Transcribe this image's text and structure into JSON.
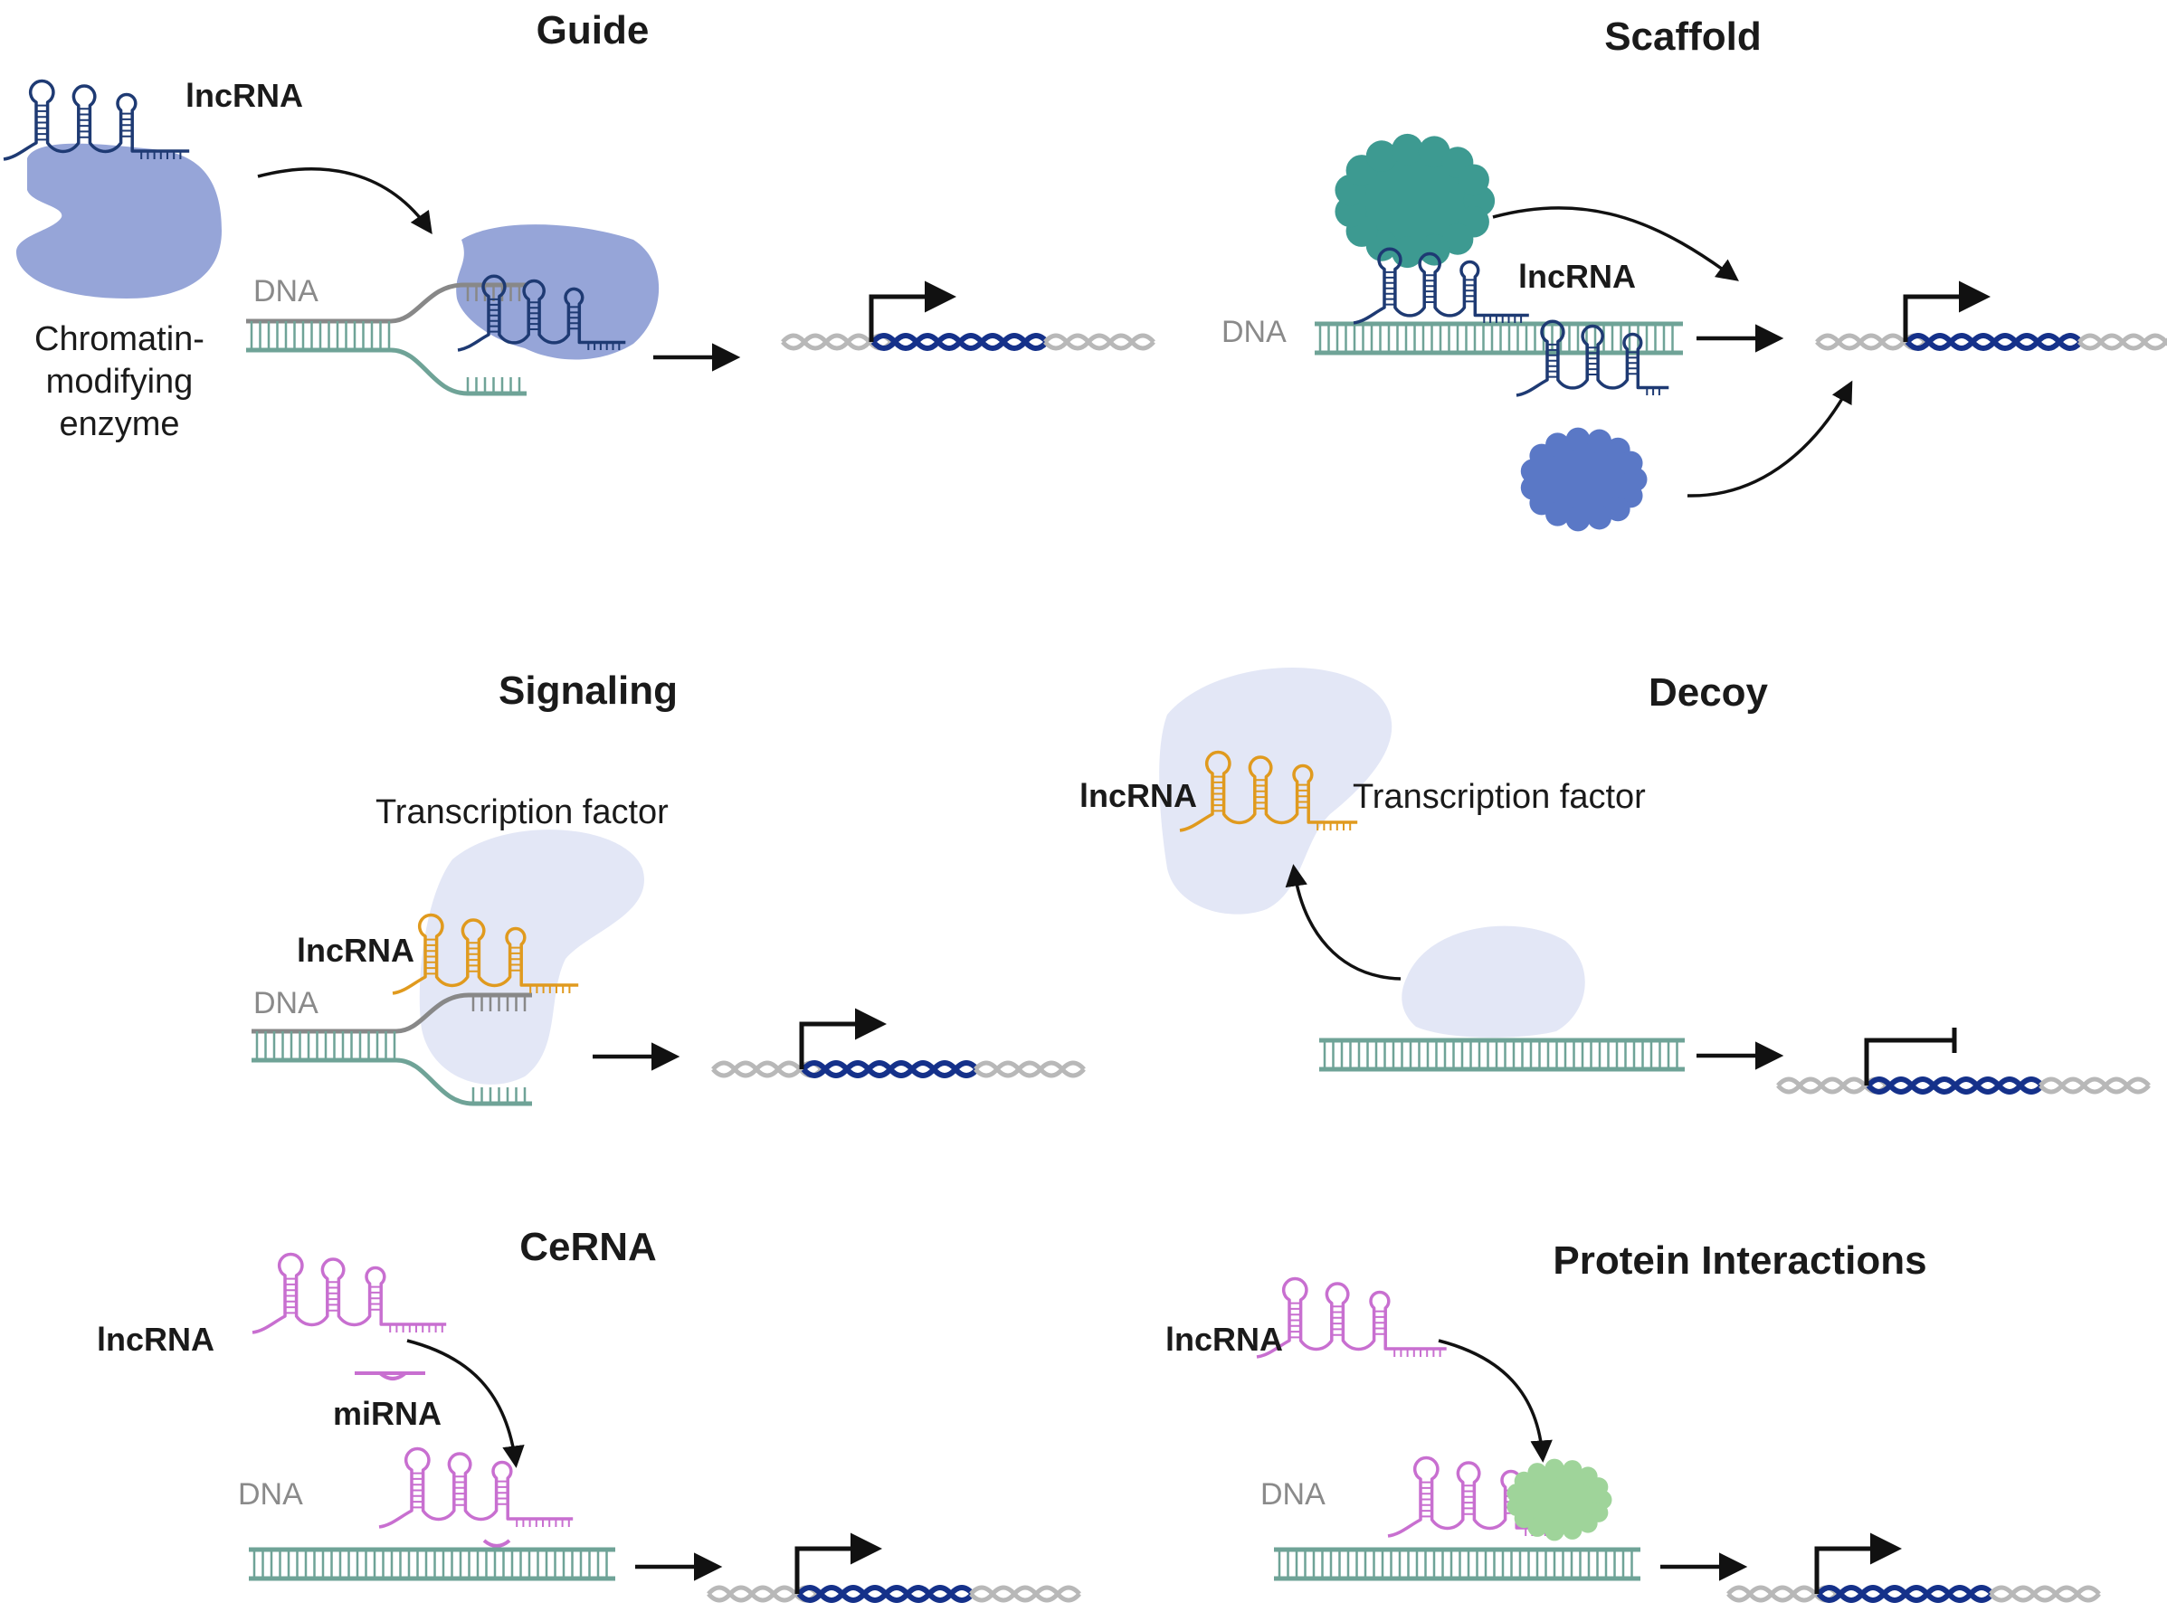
{
  "panels": {
    "guide": {
      "title": "Guide",
      "lncrna": "lncRNA",
      "dna": "DNA",
      "enzyme_line1": "Chromatin-",
      "enzyme_line2": "modifying",
      "enzyme_line3": "enzyme"
    },
    "scaffold": {
      "title": "Scaffold",
      "lncrna": "lncRNA",
      "dna": "DNA"
    },
    "signaling": {
      "title": "Signaling",
      "tf": "Transcription factor",
      "lncrna": "lncRNA",
      "dna": "DNA"
    },
    "decoy": {
      "title": "Decoy",
      "lncrna": "lncRNA",
      "tf": "Transcription factor"
    },
    "cerna": {
      "title": "CeRNA",
      "lncrna": "lncRNA",
      "mirna": "miRNA",
      "dna": "DNA"
    },
    "protein": {
      "title": "Protein Interactions",
      "lncrna": "lncRNA",
      "dna": "DNA"
    }
  },
  "colors": {
    "dna_strand_top": "#888888",
    "dna_strand_bottom": "#6fa397",
    "rna_navy": "#1e3a73",
    "rna_orange": "#e09a1e",
    "rna_magenta": "#c86fd0",
    "enzyme_blue": "#96a5d8",
    "tf_lavender": "#e3e7f6",
    "teal_protein": "#3d9a91",
    "blue_protein": "#5a78c6",
    "green_protein": "#9fd49a",
    "gene_navy": "#15318a",
    "gene_grey": "#b8b8b8"
  },
  "icons": [
    "arrow-icon",
    "promoter-arrow-icon",
    "repressed-promoter-icon",
    "hairpin-rna-icon",
    "dna-ladder-icon"
  ]
}
